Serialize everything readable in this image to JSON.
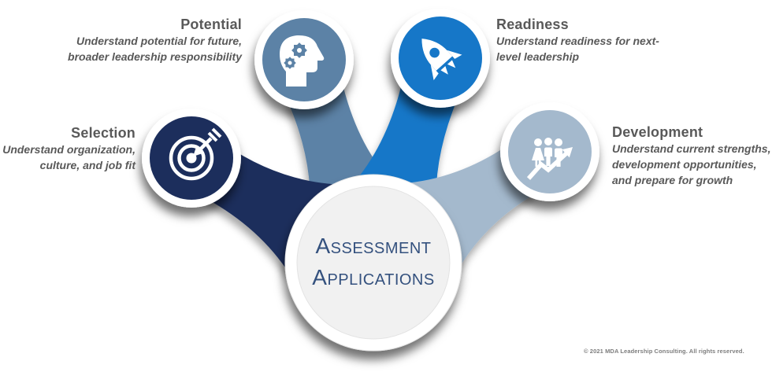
{
  "center": {
    "title_line1": "Assessment",
    "title_line2": "Applications",
    "fill": "#f1f1f1",
    "text_color": "#34517e"
  },
  "nodes": [
    {
      "id": "selection",
      "label": "Selection",
      "desc_lines": [
        "Understand organization,",
        "culture, and job fit"
      ],
      "color": "#1a2d5c",
      "icon": "target-icon"
    },
    {
      "id": "potential",
      "label": "Potential",
      "desc_lines": [
        "Understand potential for future,",
        "broader leadership responsibility"
      ],
      "color": "#5b82a6",
      "icon": "head-gears-icon"
    },
    {
      "id": "readiness",
      "label": "Readiness",
      "desc_lines": [
        "Understand readiness for next-",
        "level leadership"
      ],
      "color": "#1377c8",
      "icon": "rocket-icon"
    },
    {
      "id": "development",
      "label": "Development",
      "desc_lines": [
        "Understand current strengths,",
        "development opportunities,",
        "and prepare for growth"
      ],
      "color": "#a4b9cd",
      "icon": "people-growth-icon"
    }
  ],
  "footer": {
    "copyright": "© 2021 MDA Leadership Consulting. All rights reserved."
  },
  "colors": {
    "navy": "#1a2d5c",
    "slate_blue": "#5b82a6",
    "bright_blue": "#1377c8",
    "light_blue_gray": "#a4b9cd",
    "heading_gray": "#595959",
    "center_text_navy": "#34517e",
    "center_circle_fill": "#f1f1f1"
  }
}
